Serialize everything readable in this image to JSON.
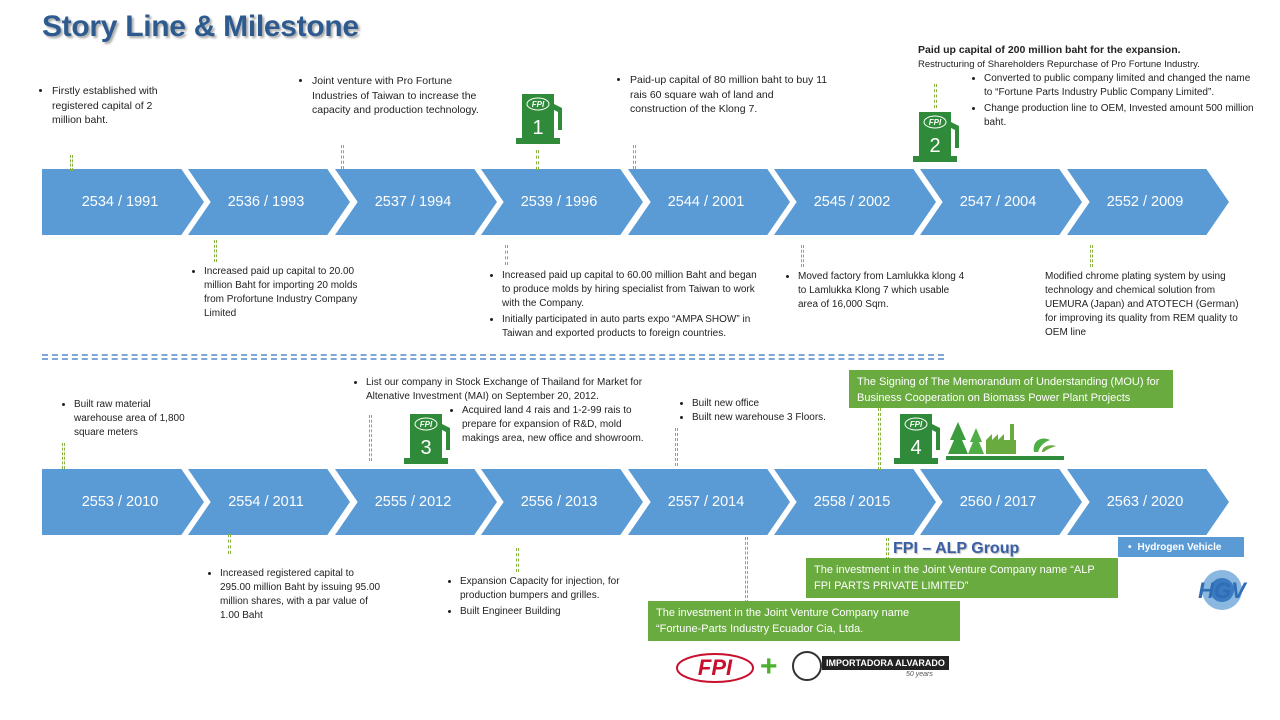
{
  "title": "Story Line & Milestone",
  "timeline_top": [
    "2534 / 1991",
    "2536 / 1993",
    "2537 / 1994",
    "2539 / 1996",
    "2544 / 2001",
    "2545 / 2002",
    "2547 / 2004",
    "2552 / 2009"
  ],
  "timeline_bottom": [
    "2553 / 2010",
    "2554 / 2011",
    "2555 / 2012",
    "2556 / 2013",
    "2557 / 2014",
    "2558 / 2015",
    "2560 / 2017",
    "2563 / 2020"
  ],
  "notes": {
    "y1991": "Firstly established with registered capital of 2 million baht.",
    "y1993": "Increased paid up capital to 20.00 million Baht for importing 20 molds from Profortune Industry Company Limited",
    "y1994": "Joint venture with Pro Fortune Industries of Taiwan to increase the capacity and production technology.",
    "y1996_a": "Increased paid up capital to 60.00 million Baht and began to produce molds by hiring specialist from Taiwan to work with the Company.",
    "y1996_b": "Initially participated in auto parts expo “AMPA SHOW” in Taiwan and exported products to foreign countries.",
    "y2001": "Paid-up capital of 80 million baht to buy 11 rais 60 square wah of land and construction of the  Klong 7.",
    "y2002": "Moved factory from Lamlukka klong 4 to Lamlukka Klong 7 which usable area of 16,000 Sqm.",
    "y2004_head": "Paid up capital of 200 million baht for the expansion.",
    "y2004_sub": "Restructuring of Shareholders Repurchase of Pro Fortune Industry.",
    "y2004_a": "Converted to public company limited and changed the name to “Fortune Parts Industry Public Company Limited”.",
    "y2004_b": "Change production line to OEM, Invested amount 500 million baht.",
    "y2009": "Modified chrome plating system by using technology and chemical solution from UEMURA (Japan) and ATOTECH (German) for improving its quality from REM quality to OEM line",
    "y2010": "Built raw material warehouse area of 1,800 square meters",
    "y2011": "Increased registered capital to 295.00 million Baht by issuing 95.00 million shares, with a par value of 1.00 Baht",
    "y2012_a": "List our company in Stock Exchange of Thailand for Market for Altenative Investment (MAI) on September 20, 2012.",
    "y2012_b": "Acquired land 4 rais and 1-2-99 rais to prepare for expansion of R&D, mold makings area, new office and showroom.",
    "y2013_a": "Expansion Capacity for injection, for production bumpers and grilles.",
    "y2013_b": "Built Engineer Building",
    "y2014_a": "Built new office",
    "y2014_b": "Built new warehouse 3 Floors."
  },
  "boxes": {
    "mou": "The Signing of The Memorandum of Understanding (MOU) for Business Cooperation on Biomass Power Plant Projects",
    "alp": "The investment in the Joint Venture Company name “ALP FPI PARTS PRIVATE LIMITED”",
    "ecuador": "The investment in the Joint Venture Company name “Fortune-Parts Industry Ecuador Cia, Ltda.",
    "hydrogen": "Hydrogen Vehicle",
    "fpi_alp": "FPI – ALP Group"
  },
  "badges": [
    "1",
    "2",
    "3",
    "4"
  ],
  "logos": {
    "fpi": "FPI",
    "plus": "+",
    "importadora": "IMPORTADORA ALVARADO",
    "importadora_sub": "50 years",
    "hgv": "HGV"
  },
  "colors": {
    "chevron": "#5b9bd5",
    "title": "#2e5b8f",
    "green": "#6aab3f",
    "badge": "#2f8a3a"
  }
}
